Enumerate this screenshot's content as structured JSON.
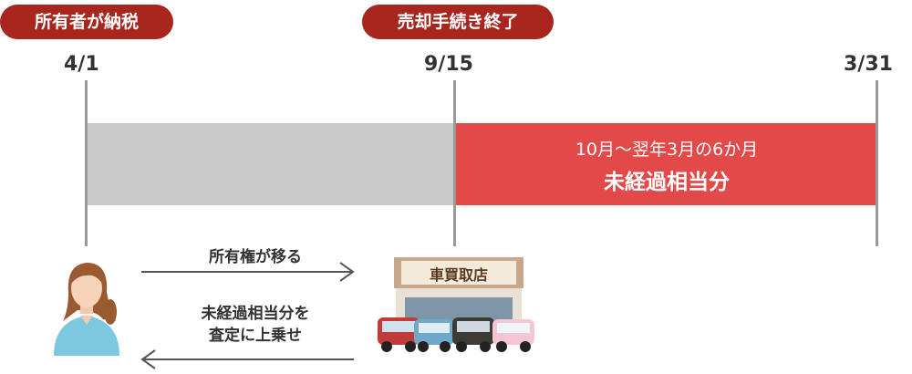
{
  "labels": {
    "owner_pays_tax": "所有者が納税",
    "sale_complete": "売却手続き終了"
  },
  "dates": {
    "start": "4/1",
    "sale": "9/15",
    "end": "3/31"
  },
  "red_bar": {
    "line1": "10月〜翌年3月の6か月",
    "line2": "未経過相当分"
  },
  "flow": {
    "ownership_transfer": "所有権が移る",
    "refund_line1": "未経過相当分を",
    "refund_line2": "査定に上乗せ"
  },
  "shop": {
    "sign": "車買取店"
  },
  "colors": {
    "pill": "#a8261d",
    "red_bar": "#e24a4a",
    "grey_bar": "#c9c9c9"
  }
}
